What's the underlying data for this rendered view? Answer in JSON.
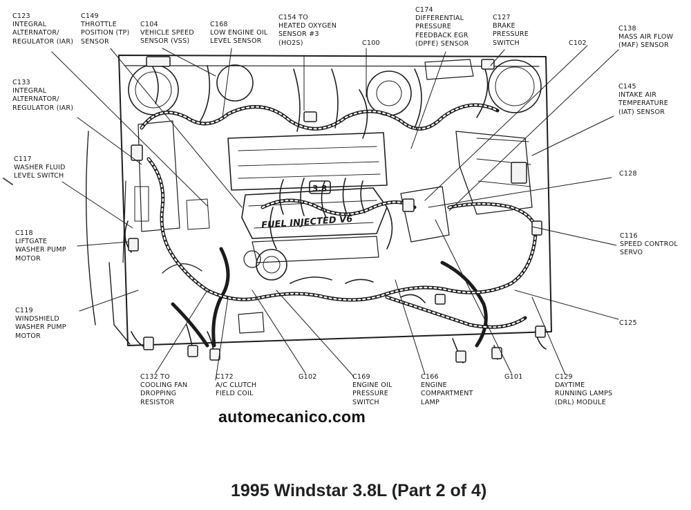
{
  "labels": {
    "c123": [
      "C123",
      "INTEGRAL",
      "ALTERNATOR/",
      "REGULATOR (IAR)"
    ],
    "c149": [
      "C149",
      "THROTTLE",
      "POSITION (TP)",
      "SENSOR"
    ],
    "c104": [
      "C104",
      "VEHICLE SPEED",
      "SENSOR (VSS)"
    ],
    "c168": [
      "C168",
      "LOW ENGINE OIL",
      "LEVEL SENSOR"
    ],
    "c154": [
      "C154 TO",
      "HEATED OXYGEN",
      "SENSOR #3",
      "(HO2S)"
    ],
    "c100": [
      "C100"
    ],
    "c174": [
      "C174",
      "DIFFERENTIAL",
      "PRESSURE",
      "FEEDBACK EGR",
      "(DPFE) SENSOR"
    ],
    "c127": [
      "C127",
      "BRAKE",
      "PRESSURE",
      "SWITCH"
    ],
    "c102": [
      "C102"
    ],
    "c138": [
      "C138",
      "MASS AIR FLOW",
      "(MAF) SENSOR"
    ],
    "c133": [
      "C133",
      "INTEGRAL",
      "ALTERNATOR/",
      "REGULATOR (IAR)"
    ],
    "c145": [
      "C145",
      "INTAKE AIR",
      "TEMPERATURE",
      "(IAT) SENSOR"
    ],
    "c117": [
      "C117",
      "WASHER FLUID",
      "LEVEL SWITCH"
    ],
    "c128": [
      "C128"
    ],
    "c118": [
      "C118",
      "LIFTGATE",
      "WASHER PUMP",
      "MOTOR"
    ],
    "c116": [
      "C116",
      "SPEED CONTROL",
      "SERVO"
    ],
    "c119": [
      "C119",
      "WINDSHIELD",
      "WASHER PUMP",
      "MOTOR"
    ],
    "c125": [
      "C125"
    ],
    "c132": [
      "C132 TO",
      "COOLING FAN",
      "DROPPING",
      "RESISTOR"
    ],
    "c172": [
      "C172",
      "A/C CLUTCH",
      "FIELD COIL"
    ],
    "g102": [
      "G102"
    ],
    "c169": [
      "C169",
      "ENGINE OIL",
      "PRESSURE",
      "SWITCH"
    ],
    "c166": [
      "C166",
      "ENGINE",
      "COMPARTMENT",
      "LAMP"
    ],
    "g101": [
      "G101"
    ],
    "c129": [
      "C129",
      "DAYTIME",
      "RUNNING LAMPS",
      "(DRL) MODULE"
    ]
  },
  "engine_text": {
    "manifold": "FUEL INJECTED V6",
    "badge": "3.8"
  },
  "watermark": "automecanico.com",
  "caption": "1995 Windstar 3.8L (Part 2 of 4)"
}
